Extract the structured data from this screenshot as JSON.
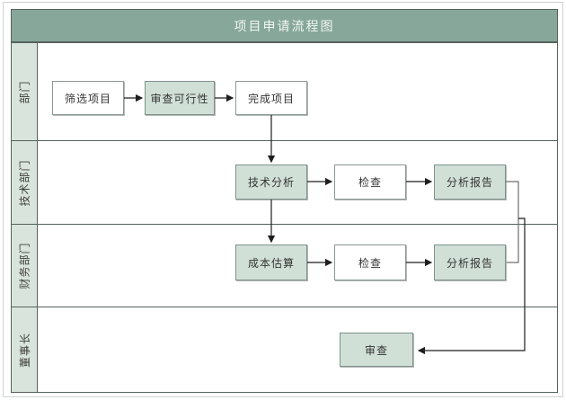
{
  "title": "项目申请流程图",
  "lanes": [
    {
      "label": "部门"
    },
    {
      "label": "技术部门"
    },
    {
      "label": "财务部门"
    },
    {
      "label": "董事长"
    }
  ],
  "nodes": {
    "screen_projects": {
      "label": "筛选项目"
    },
    "review_feasibility": {
      "label": "审查可行性"
    },
    "complete_project": {
      "label": "完成项目"
    },
    "technical_analysis": {
      "label": "技术分析"
    },
    "check_tech": {
      "label": "检查"
    },
    "analysis_report_tech": {
      "label": "分析报告"
    },
    "cost_estimate": {
      "label": "成本估算"
    },
    "check_finance": {
      "label": "检查"
    },
    "analysis_report_finance": {
      "label": "分析报告"
    },
    "review": {
      "label": "审查"
    }
  },
  "edges": [
    {
      "from": "screen_projects",
      "to": "review_feasibility"
    },
    {
      "from": "review_feasibility",
      "to": "complete_project"
    },
    {
      "from": "complete_project",
      "to": "technical_analysis"
    },
    {
      "from": "technical_analysis",
      "to": "check_tech"
    },
    {
      "from": "check_tech",
      "to": "analysis_report_tech"
    },
    {
      "from": "technical_analysis",
      "to": "cost_estimate"
    },
    {
      "from": "cost_estimate",
      "to": "check_finance"
    },
    {
      "from": "check_finance",
      "to": "analysis_report_finance"
    },
    {
      "from": "analysis_report_tech",
      "to": "analysis_report_finance"
    },
    {
      "from": "analysis_report_tech",
      "to": "review"
    }
  ],
  "colors": {
    "header_fill": "#87a79b",
    "title_text": "#f2f6f3",
    "border_dark": "#56625c",
    "lane_label_fill": "#d9e5dc",
    "node_accent_fill": "#d1e0d7",
    "node_border_accent": "#7d918a",
    "node_border_plain": "#8c9892",
    "node_text": "#333333",
    "connector": "#1f1f1f",
    "connector_light": "#6f6f6f"
  }
}
